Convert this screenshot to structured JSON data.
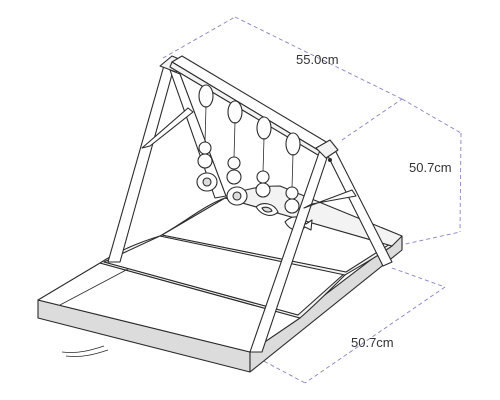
{
  "dimensions": {
    "width_label": "55.0cm",
    "height_label": "50.7cm",
    "depth_label": "50.7cm"
  },
  "colors": {
    "dimension_line": "#8a7fc4",
    "outline": "#2b2b2b"
  },
  "icons": {
    "hanging_toys": [
      "ring-toy-icon",
      "ring-toy-icon",
      "clip-toy-icon",
      "fish-toy-icon"
    ]
  }
}
